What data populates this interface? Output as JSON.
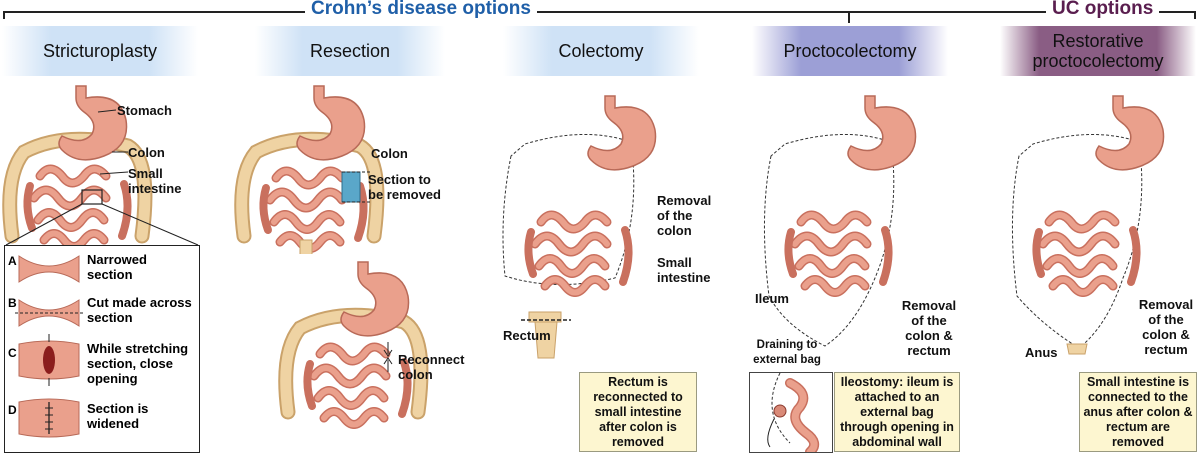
{
  "groups": {
    "crohns": "Crohn’s disease options",
    "uc": "UC options"
  },
  "colors": {
    "crohn_title": "#1f5fa8",
    "uc_title": "#5a1e4f",
    "note_bg": "#fdf6d0",
    "organ": "#eaa08c",
    "colon": "#efd3a3"
  },
  "panels": {
    "stricturoplasty": {
      "title": "Stricturoplasty",
      "labels": {
        "stomach": "Stomach",
        "colon": "Colon",
        "small_intestine": "Small intestine"
      },
      "steps": [
        {
          "letter": "A",
          "text": "Narrowed section"
        },
        {
          "letter": "B",
          "text": "Cut made across section"
        },
        {
          "letter": "C",
          "text": "While stretching section, close opening"
        },
        {
          "letter": "D",
          "text": "Section is widened"
        }
      ]
    },
    "resection": {
      "title": "Resection",
      "labels": {
        "colon": "Colon",
        "section_removed": "Section to be removed",
        "reconnect": "Reconnect colon"
      }
    },
    "colectomy": {
      "title": "Colectomy",
      "labels": {
        "removal": "Removal of the colon",
        "small_intestine": "Small intestine",
        "rectum": "Rectum"
      },
      "note": "Rectum is reconnected to small intestine after colon is removed"
    },
    "proctocolectomy": {
      "title": "Proctocolectomy",
      "labels": {
        "ileum": "Ileum",
        "removal": "Removal of the colon & rectum",
        "draining": "Draining to external bag"
      },
      "note": "Ileostomy: ileum is attached to an external bag through opening in abdominal wall"
    },
    "restorative": {
      "title": "Restorative proctocolectomy",
      "labels": {
        "anus": "Anus",
        "removal": "Removal of the colon & rectum"
      },
      "note": "Small intestine is connected to the anus after colon & rectum are removed"
    }
  }
}
